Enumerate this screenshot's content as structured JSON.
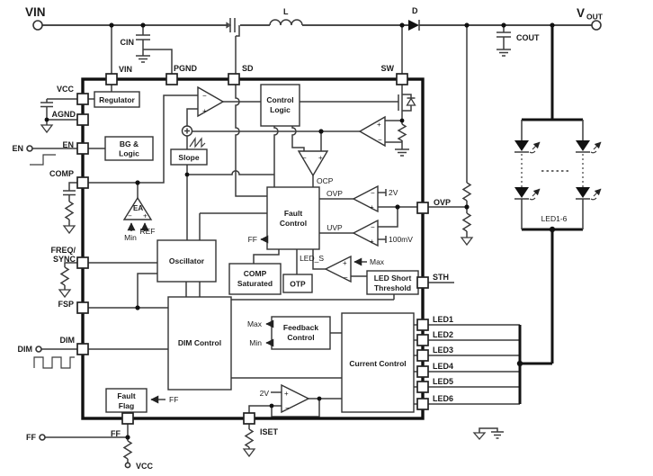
{
  "terminals": {
    "vin": "VIN",
    "vout_v": "V",
    "vout_sub": "OUT",
    "en": "EN",
    "dim": "DIM",
    "ff": "FF",
    "vcc_pullup": "VCC"
  },
  "components": {
    "cin": "CIN",
    "cout": "COUT",
    "inductor": "L",
    "diode": "D",
    "led_string": "LED1-6"
  },
  "pins": {
    "vin": "VIN",
    "pgnd": "PGND",
    "sd": "SD",
    "sw": "SW",
    "vcc": "VCC",
    "agnd": "AGND",
    "en": "EN",
    "comp": "COMP",
    "freq_line1": "FREQ/",
    "freq_line2": "SYNC",
    "fsp": "FSP",
    "dim": "DIM",
    "ff": "FF",
    "iset": "ISET",
    "ovp": "OVP",
    "sth": "STH",
    "led": [
      "LED1",
      "LED2",
      "LED3",
      "LED4",
      "LED5",
      "LED6"
    ]
  },
  "blocks": {
    "regulator": "Regulator",
    "bg_logic": [
      "BG &",
      "Logic"
    ],
    "slope": "Slope",
    "control_logic": [
      "Control",
      "Logic"
    ],
    "oscillator": "Oscillator",
    "dim_control": "DIM Control",
    "fault_control": [
      "Fault",
      "Control"
    ],
    "comp_saturated": [
      "COMP",
      "Saturated"
    ],
    "otp": "OTP",
    "led_short_threshold": [
      "LED Short",
      "Threshold"
    ],
    "feedback_control": [
      "Feedback",
      "Control"
    ],
    "current_control": "Current Control",
    "fault_flag": [
      "Fault",
      "Flag"
    ]
  },
  "annotations": {
    "ea": "EA",
    "min": "Min",
    "ref": "REF",
    "ocp": "OCP",
    "ovp": "OVP",
    "uvp": "UVP",
    "led_s": "LED_S",
    "v2": "2V",
    "mv100": "100mV",
    "max": "Max",
    "fb_max": "Max",
    "fb_min": "Min",
    "ff_out": "FF",
    "ff_in": "FF",
    "iset_ref": "2V",
    "plus": "+",
    "minus": "−"
  }
}
